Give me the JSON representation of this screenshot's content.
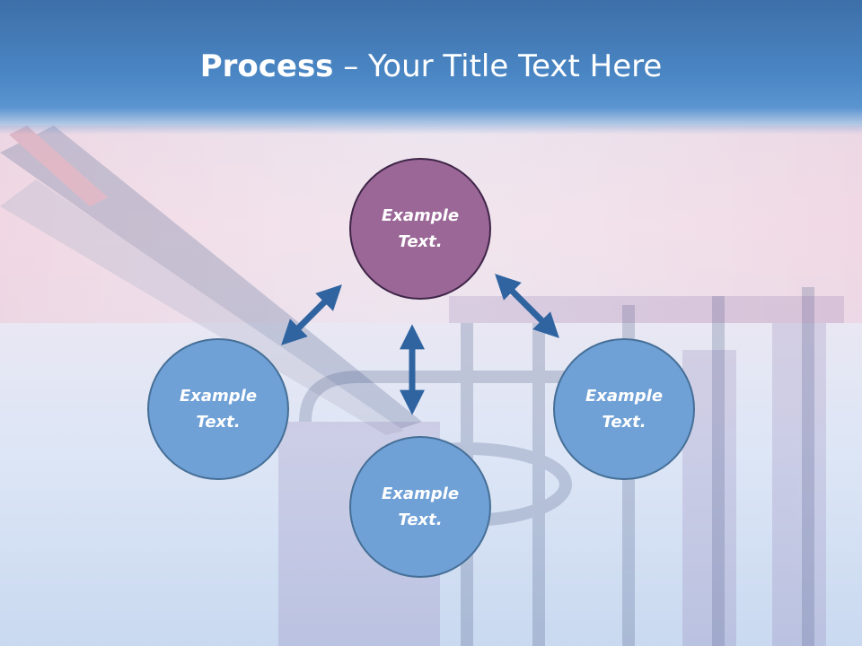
{
  "title": {
    "bold": "Process",
    "rest": " – Your Title Text Here"
  },
  "diagram": {
    "center": {
      "text": "Example Text."
    },
    "nodes": [
      {
        "text": "Example Text."
      },
      {
        "text": "Example Text."
      },
      {
        "text": "Example Text."
      }
    ]
  },
  "colors": {
    "title_band": "#4a86c4",
    "center_fill": "#9a6796",
    "center_border": "#3f2548",
    "node_fill": "#6fa0d6",
    "node_border": "#466f96",
    "arrow": "#2f64a0"
  }
}
